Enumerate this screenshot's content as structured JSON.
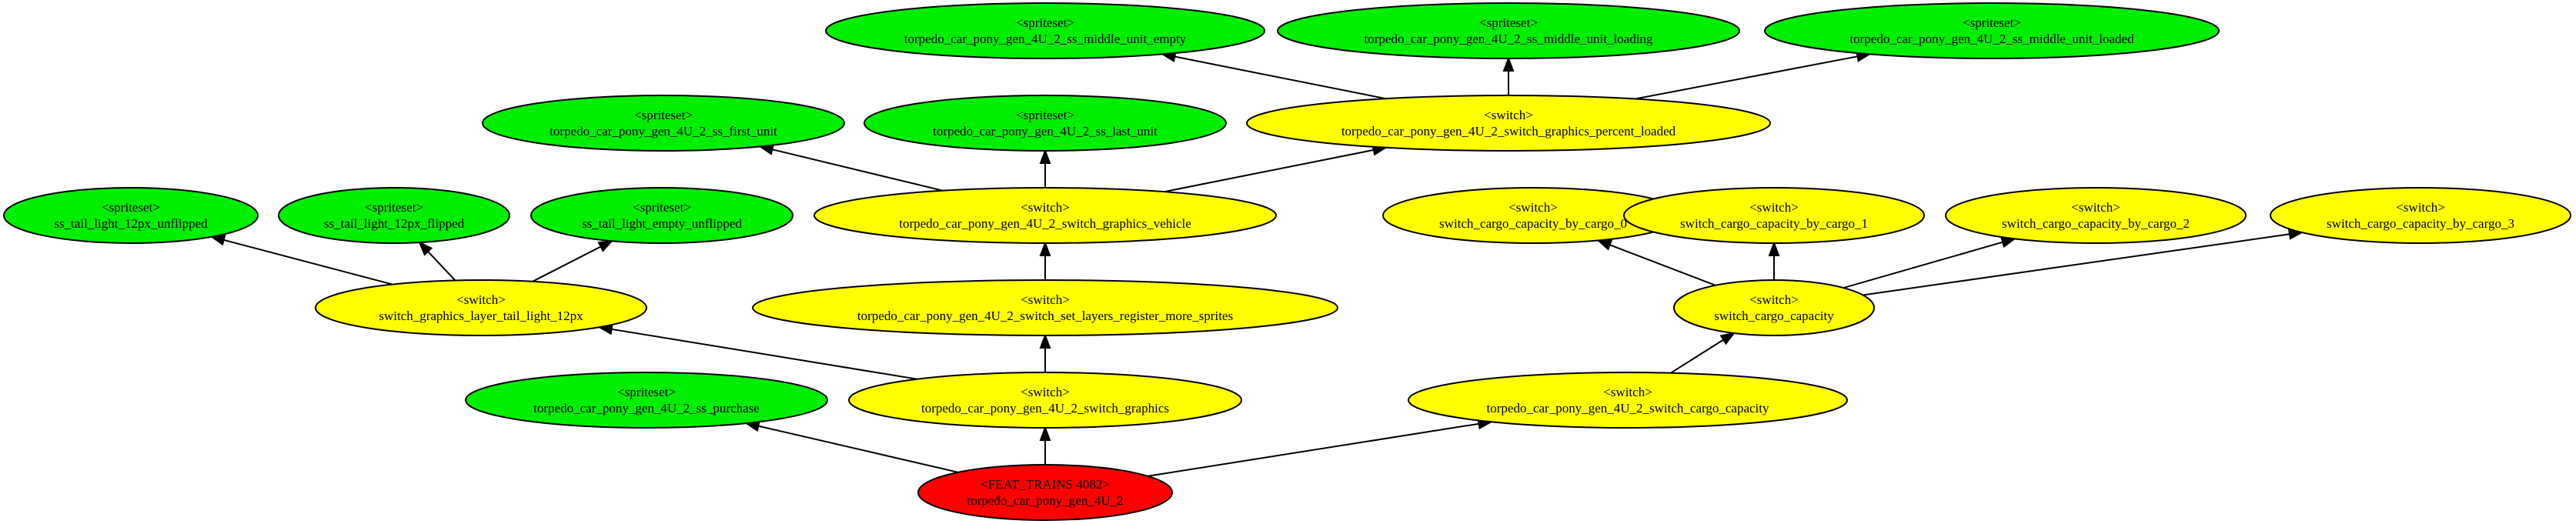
{
  "colors": {
    "root": "#ff0000",
    "switch": "#ffff00",
    "spriteset": "#00ee00",
    "edge": "#000000"
  },
  "nodes": [
    {
      "id": "n_root",
      "kind": "root",
      "line1": "<FEAT_TRAINS 4082>",
      "line2": "torpedo_car_pony_gen_4U_2"
    },
    {
      "id": "n_purchase",
      "kind": "spriteset",
      "line1": "<spriteset>",
      "line2": "torpedo_car_pony_gen_4U_2_ss_purchase"
    },
    {
      "id": "n_sw_graphics",
      "kind": "switch",
      "line1": "<switch>",
      "line2": "torpedo_car_pony_gen_4U_2_switch_graphics"
    },
    {
      "id": "n_sw_cargo_cap",
      "kind": "switch",
      "line1": "<switch>",
      "line2": "torpedo_car_pony_gen_4U_2_switch_cargo_capacity"
    },
    {
      "id": "n_sw_layer_tail",
      "kind": "switch",
      "line1": "<switch>",
      "line2": "switch_graphics_layer_tail_light_12px"
    },
    {
      "id": "n_sw_set_layers",
      "kind": "switch",
      "line1": "<switch>",
      "line2": "torpedo_car_pony_gen_4U_2_switch_set_layers_register_more_sprites"
    },
    {
      "id": "n_sw_capacity",
      "kind": "switch",
      "line1": "<switch>",
      "line2": "switch_cargo_capacity"
    },
    {
      "id": "n_ss_tail_unflipped",
      "kind": "spriteset",
      "line1": "<spriteset>",
      "line2": "ss_tail_light_12px_unflipped"
    },
    {
      "id": "n_ss_tail_flipped",
      "kind": "spriteset",
      "line1": "<spriteset>",
      "line2": "ss_tail_light_12px_flipped"
    },
    {
      "id": "n_ss_tail_empty",
      "kind": "spriteset",
      "line1": "<spriteset>",
      "line2": "ss_tail_light_empty_unflipped"
    },
    {
      "id": "n_sw_vehicle",
      "kind": "switch",
      "line1": "<switch>",
      "line2": "torpedo_car_pony_gen_4U_2_switch_graphics_vehicle"
    },
    {
      "id": "n_cap0",
      "kind": "switch",
      "line1": "<switch>",
      "line2": "switch_cargo_capacity_by_cargo_0"
    },
    {
      "id": "n_cap1",
      "kind": "switch",
      "line1": "<switch>",
      "line2": "switch_cargo_capacity_by_cargo_1"
    },
    {
      "id": "n_cap2",
      "kind": "switch",
      "line1": "<switch>",
      "line2": "switch_cargo_capacity_by_cargo_2"
    },
    {
      "id": "n_cap3",
      "kind": "switch",
      "line1": "<switch>",
      "line2": "switch_cargo_capacity_by_cargo_3"
    },
    {
      "id": "n_ss_first",
      "kind": "spriteset",
      "line1": "<spriteset>",
      "line2": "torpedo_car_pony_gen_4U_2_ss_first_unit"
    },
    {
      "id": "n_ss_last",
      "kind": "spriteset",
      "line1": "<spriteset>",
      "line2": "torpedo_car_pony_gen_4U_2_ss_last_unit"
    },
    {
      "id": "n_sw_percent",
      "kind": "switch",
      "line1": "<switch>",
      "line2": "torpedo_car_pony_gen_4U_2_switch_graphics_percent_loaded"
    },
    {
      "id": "n_mid_empty",
      "kind": "spriteset",
      "line1": "<spriteset>",
      "line2": "torpedo_car_pony_gen_4U_2_ss_middle_unit_empty"
    },
    {
      "id": "n_mid_loading",
      "kind": "spriteset",
      "line1": "<spriteset>",
      "line2": "torpedo_car_pony_gen_4U_2_ss_middle_unit_loading"
    },
    {
      "id": "n_mid_loaded",
      "kind": "spriteset",
      "line1": "<spriteset>",
      "line2": "torpedo_car_pony_gen_4U_2_ss_middle_unit_loaded"
    }
  ],
  "edges": [
    {
      "from": "n_root",
      "to": "n_purchase"
    },
    {
      "from": "n_root",
      "to": "n_sw_graphics"
    },
    {
      "from": "n_root",
      "to": "n_sw_cargo_cap"
    },
    {
      "from": "n_sw_graphics",
      "to": "n_sw_layer_tail"
    },
    {
      "from": "n_sw_graphics",
      "to": "n_sw_set_layers"
    },
    {
      "from": "n_sw_cargo_cap",
      "to": "n_sw_capacity"
    },
    {
      "from": "n_sw_layer_tail",
      "to": "n_ss_tail_unflipped"
    },
    {
      "from": "n_sw_layer_tail",
      "to": "n_ss_tail_flipped"
    },
    {
      "from": "n_sw_layer_tail",
      "to": "n_ss_tail_empty"
    },
    {
      "from": "n_sw_set_layers",
      "to": "n_sw_vehicle"
    },
    {
      "from": "n_sw_capacity",
      "to": "n_cap0"
    },
    {
      "from": "n_sw_capacity",
      "to": "n_cap1"
    },
    {
      "from": "n_sw_capacity",
      "to": "n_cap2"
    },
    {
      "from": "n_sw_capacity",
      "to": "n_cap3"
    },
    {
      "from": "n_sw_vehicle",
      "to": "n_ss_first"
    },
    {
      "from": "n_sw_vehicle",
      "to": "n_ss_last"
    },
    {
      "from": "n_sw_vehicle",
      "to": "n_sw_percent"
    },
    {
      "from": "n_sw_percent",
      "to": "n_mid_empty"
    },
    {
      "from": "n_sw_percent",
      "to": "n_mid_loading"
    },
    {
      "from": "n_sw_percent",
      "to": "n_mid_loaded"
    }
  ]
}
